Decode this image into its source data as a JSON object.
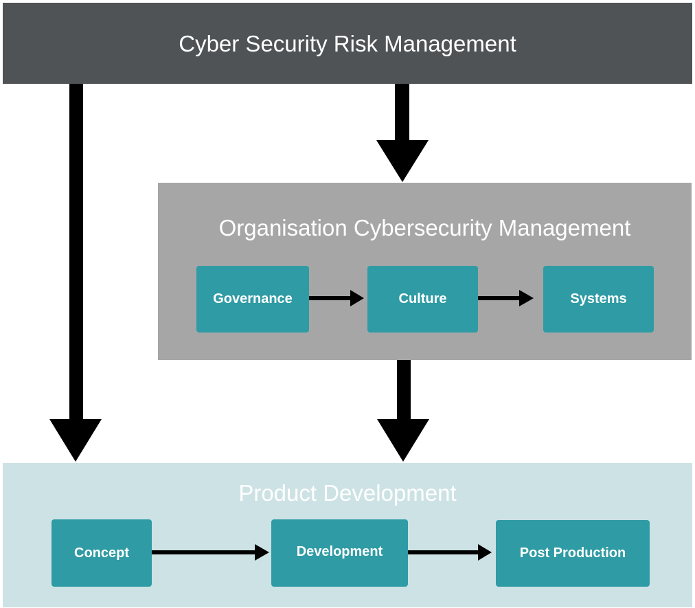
{
  "top": {
    "title": "Cyber Security Risk Management"
  },
  "organisation": {
    "title": "Organisation Cybersecurity Management",
    "steps": [
      "Governance",
      "Culture",
      "Systems"
    ]
  },
  "product": {
    "title": "Product Development",
    "steps": [
      "Concept",
      "Development",
      "Post Production"
    ]
  },
  "colors": {
    "top_band": "#505356",
    "org_band": "#a6a6a6",
    "product_band": "#cde2e5",
    "step_box": "#2f9ba4",
    "arrow": "#000000"
  }
}
